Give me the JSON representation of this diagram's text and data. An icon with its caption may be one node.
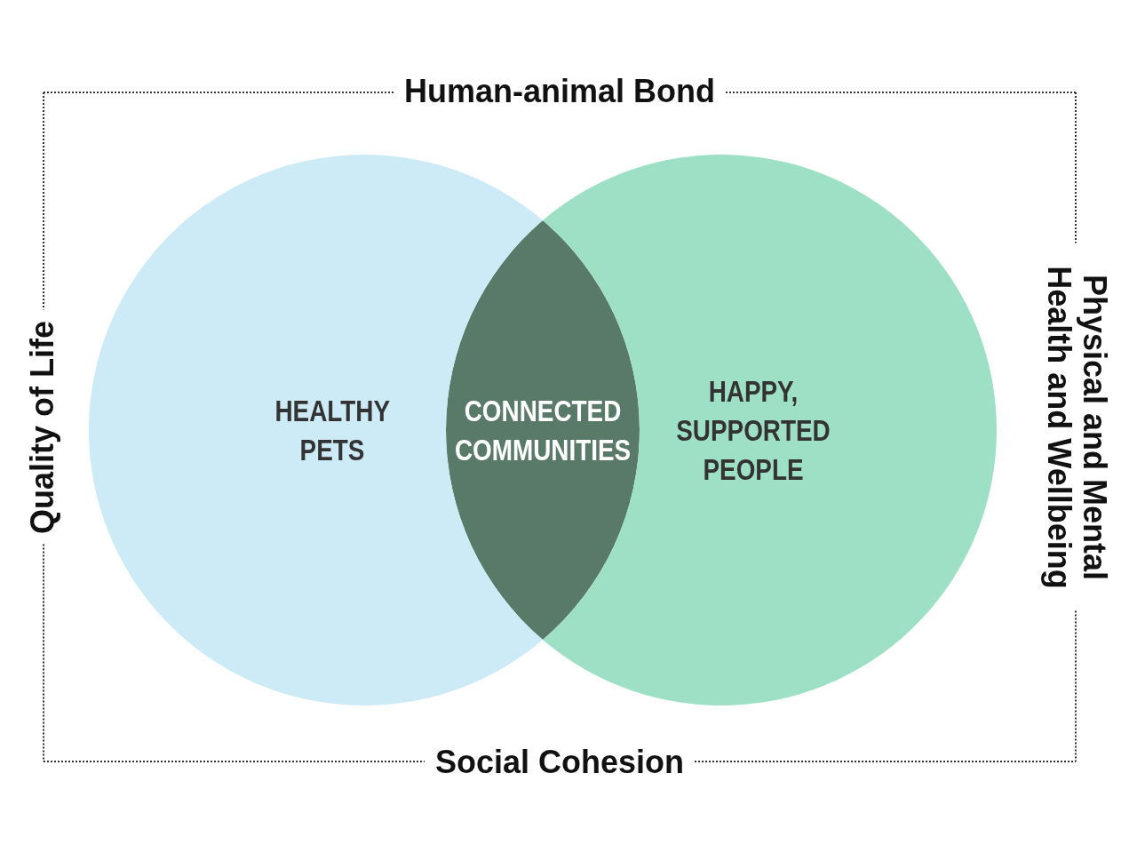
{
  "diagram": {
    "nodes": [
      {
        "text": [
          "Human-animal Bond",
          "Quality of Life",
          "Physical and Mental Health and Wellbeing",
          "Social Cohesion"
        ]
      },
      {
        "text": [
          "HEALTHY PETS"
        ],
        "in": 0
      },
      {
        "text": [
          "HAPPY, SUPPORTED PEOPLE"
        ],
        "in": 0
      },
      {
        "text": [
          "CONNECTED COMMUNITIES"
        ],
        "in": 0
      }
    ],
    "edges": []
  }
}
